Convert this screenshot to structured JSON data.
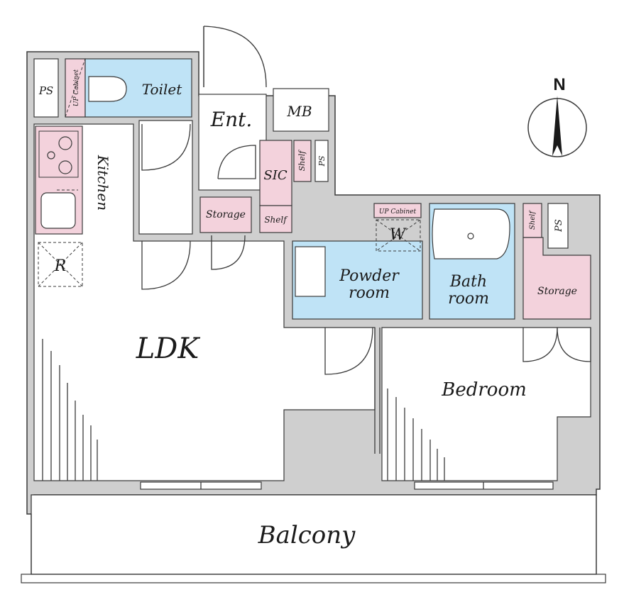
{
  "rooms": {
    "ldk": "LDK",
    "balcony": "Balcony",
    "bedroom": "Bedroom",
    "kitchen": "Kitchen",
    "toilet": "Toilet",
    "entrance": "Ent.",
    "mb": "MB",
    "sic": "SIC",
    "powder_line1": "Powder",
    "powder_line2": "room",
    "bath_line1": "Bath",
    "bath_line2": "room",
    "storage_entry": "Storage",
    "storage_bedroom": "Storage",
    "shelf_sic": "Shelf",
    "shelf_entry": "Shelf",
    "shelf_bedroom": "Shelf",
    "ps_toilet": "PS",
    "ps_entry": "PS",
    "ps_bedroom": "PS",
    "up_cabinet_toilet": "UP Cabinet",
    "up_cabinet_powder": "UP Cabinet",
    "washer": "W",
    "fridge": "R"
  },
  "compass": {
    "label": "N"
  },
  "colors": {
    "wet_area": "#bfe3f6",
    "storage": "#f3d2dc",
    "wall": "#cfcfcf"
  }
}
